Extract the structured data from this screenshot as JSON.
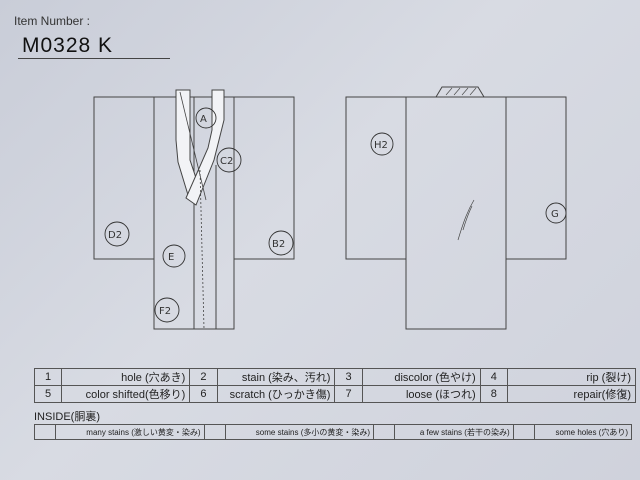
{
  "header": {
    "item_label": "Item Number :",
    "item_number": "M0328   K"
  },
  "front_marks": [
    {
      "label": "A",
      "name": "mark-a"
    },
    {
      "label": "C2",
      "name": "mark-c2"
    },
    {
      "label": "D2",
      "name": "mark-d2"
    },
    {
      "label": "E",
      "name": "mark-e"
    },
    {
      "label": "B2",
      "name": "mark-b2"
    },
    {
      "label": "F2",
      "name": "mark-f2"
    }
  ],
  "back_marks": [
    {
      "label": "H2",
      "name": "mark-h2"
    },
    {
      "label": "G",
      "name": "mark-g"
    }
  ],
  "legend": [
    [
      {
        "num": "1",
        "label": "hole (穴あき)"
      },
      {
        "num": "2",
        "label": "stain (染み、汚れ)"
      },
      {
        "num": "3",
        "label": "discolor (色やけ)"
      },
      {
        "num": "4",
        "label": "rip (裂け)"
      }
    ],
    [
      {
        "num": "5",
        "label": "color shifted(色移り)"
      },
      {
        "num": "6",
        "label": "scratch (ひっかき傷)"
      },
      {
        "num": "7",
        "label": "loose (ほつれ)"
      },
      {
        "num": "8",
        "label": "repair(修復)"
      }
    ]
  ],
  "inside": {
    "title": "INSIDE(胴裏)",
    "items": [
      "many stains (激しい黄変・染み)",
      "some stains (多小の黄変・染み)",
      "a few stains (若干の染み)",
      "some holes (穴あり)"
    ]
  }
}
